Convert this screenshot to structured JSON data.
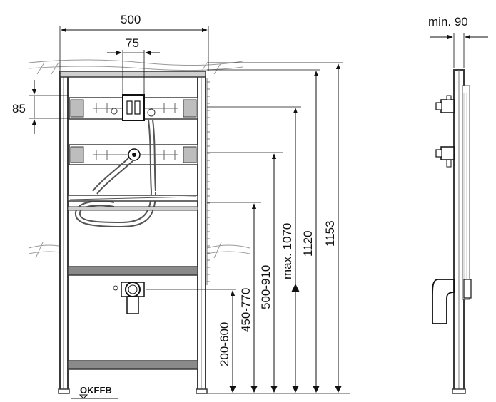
{
  "dimensions": {
    "width_top": "500",
    "pipe_spacing": "75",
    "left_offset": "85",
    "depth_min": "min. 90",
    "height_total": "1153",
    "height_1120": "1120",
    "height_max": "max. 1070",
    "range_500_910": "500-910",
    "range_450_770": "450-770",
    "range_200_600": "200-600"
  },
  "floor_label": "OKFFB",
  "colors": {
    "frame": "#3a3a3a",
    "frame_light": "#7a7a7a",
    "line": "#111111",
    "hatch": "#9a9a9a"
  }
}
